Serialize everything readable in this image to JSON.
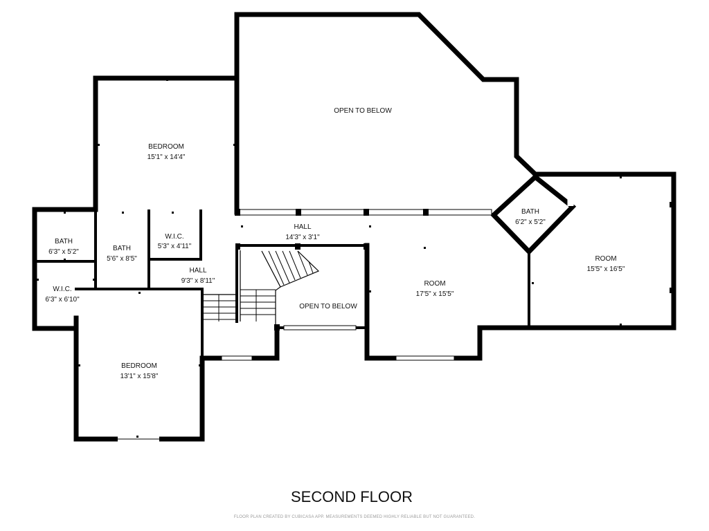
{
  "floor": {
    "title": "SECOND FLOOR",
    "footer": "FLOOR PLAN CREATED BY CUBICASA APP. MEASUREMENTS DEEMED HIGHLY RELIABLE BUT NOT GUARANTEED."
  },
  "rooms": {
    "bedroom_upper": {
      "name": "BEDROOM",
      "size": "15'1\" x 14'4\""
    },
    "open_below_main": {
      "name": "OPEN TO BELOW"
    },
    "bath_left": {
      "name": "BATH",
      "size": "6'3\" x 5'2\""
    },
    "bath_mid": {
      "name": "BATH",
      "size": "5'6\" x 8'5\""
    },
    "wic_left": {
      "name": "W.I.C.",
      "size": "6'3\" x 6'10\""
    },
    "wic_mid": {
      "name": "W.I.C.",
      "size": "5'3\" x 4'11\""
    },
    "hall_upper": {
      "name": "HALL",
      "size": "14'3\" x 3'1\""
    },
    "hall_lower": {
      "name": "HALL",
      "size": "9'3\" x 8'11\""
    },
    "open_below_stair": {
      "name": "OPEN TO BELOW"
    },
    "room_center": {
      "name": "ROOM",
      "size": "17'5\" x 15'5\""
    },
    "bath_diag": {
      "name": "BATH",
      "size": "6'2\" x 5'2\""
    },
    "room_right": {
      "name": "ROOM",
      "size": "15'5\" x 16'5\""
    },
    "bedroom_lower": {
      "name": "BEDROOM",
      "size": "13'1\" x 15'8\""
    }
  }
}
